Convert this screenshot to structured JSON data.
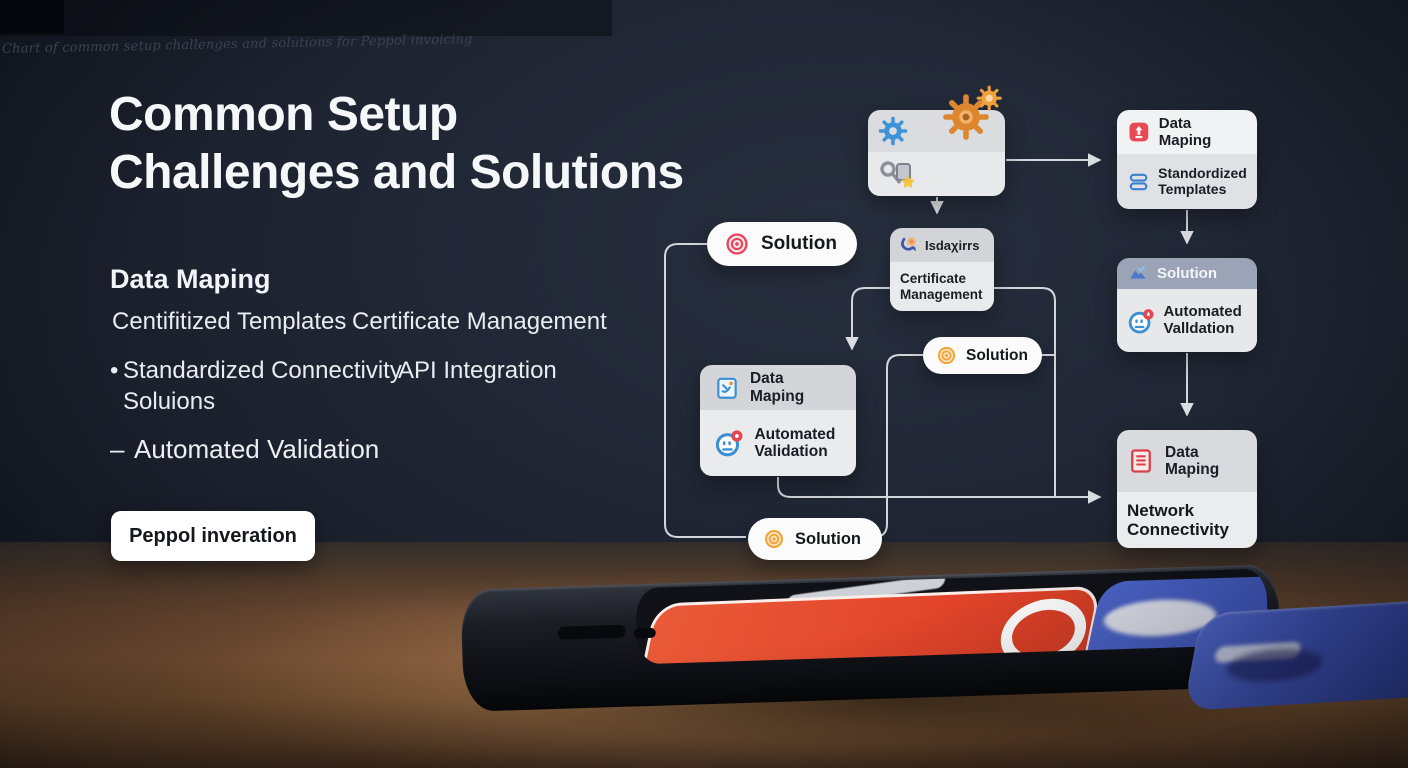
{
  "page": {
    "caption": "Chart of common setup challenges and solutions for Peppol invoicing",
    "title_line1": "Common Setup",
    "title_line2": "Challenges and Solutions"
  },
  "left_panel": {
    "heading": "Data Maping",
    "item_templates": "Centifitized Templates",
    "item_cert_mgmt": "Certificate Management",
    "bullet_marker": "•",
    "item_connectivity": "Standardized Connectivity",
    "item_api": "API Integration",
    "item_solutions": "Soluions",
    "dash_marker": "–",
    "item_validation": "Automated Validation",
    "cta_label": "Peppol inveration"
  },
  "flow": {
    "pill_left": "Solution",
    "pill_mid": "Solution",
    "pill_bottom": "Solution",
    "templates_box": {
      "header": "Data Maping",
      "body": "Standordized Templates"
    },
    "certificate_box": {
      "header": "Isdaχirrs",
      "body": "Certificate Management"
    },
    "mapping_box": {
      "header": "Data Maping",
      "body": "Automated Validation"
    },
    "solution_box": {
      "header": "Solution",
      "body": "Automated Valldation"
    },
    "network_box": {
      "header": "Data Maping",
      "body": "Network Connectivity"
    }
  },
  "colors": {
    "accent_red": "#e8475f",
    "accent_orange": "#f0a437",
    "accent_blue": "#3e92d8",
    "connector": "#d3d6db",
    "node_body": "#e9eaec",
    "solution_header": "#9aa4b6"
  }
}
